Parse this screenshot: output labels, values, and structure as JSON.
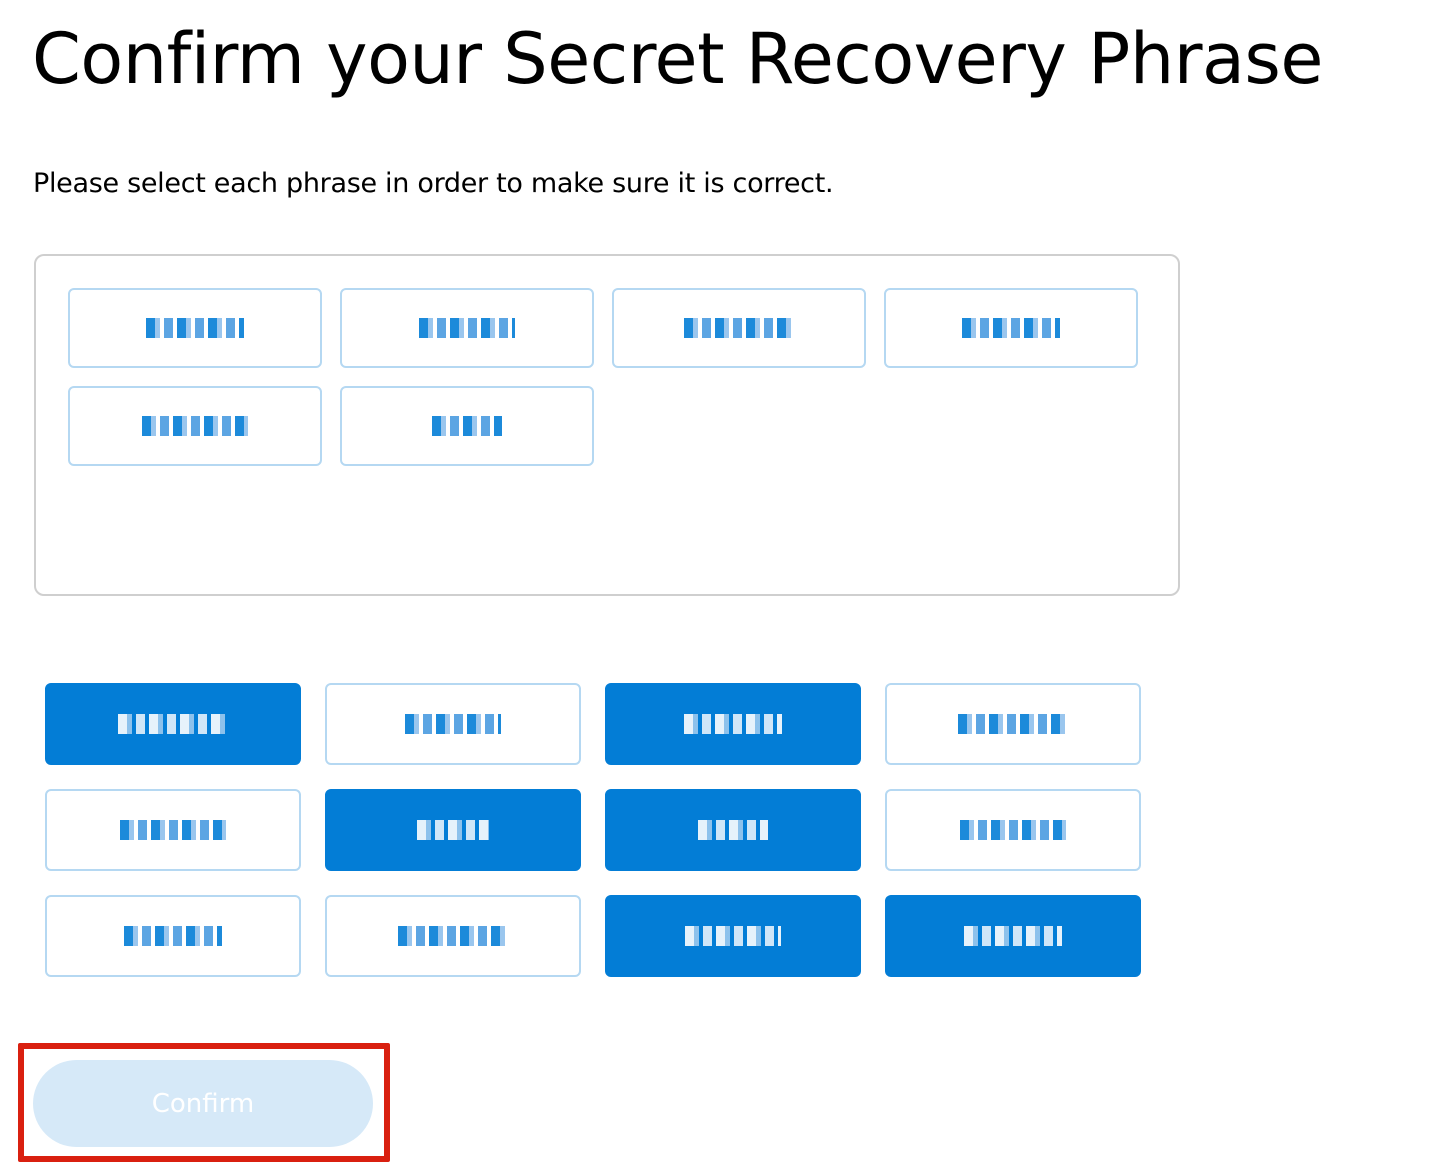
{
  "title": "Confirm your Secret Recovery Phrase",
  "subtitle": "Please select each phrase in order to make sure it is correct.",
  "accent_color": "#037DD6",
  "selected_words": [
    {
      "redacted": true
    },
    {
      "redacted": true
    },
    {
      "redacted": true
    },
    {
      "redacted": true
    },
    {
      "redacted": true
    },
    {
      "redacted": true
    }
  ],
  "word_options": [
    {
      "redacted": true,
      "selected": true
    },
    {
      "redacted": true,
      "selected": false
    },
    {
      "redacted": true,
      "selected": true
    },
    {
      "redacted": true,
      "selected": false
    },
    {
      "redacted": true,
      "selected": false
    },
    {
      "redacted": true,
      "selected": true
    },
    {
      "redacted": true,
      "selected": true
    },
    {
      "redacted": true,
      "selected": false
    },
    {
      "redacted": true,
      "selected": false
    },
    {
      "redacted": true,
      "selected": false
    },
    {
      "redacted": true,
      "selected": true
    },
    {
      "redacted": true,
      "selected": true
    }
  ],
  "confirm_button": {
    "label": "Confirm",
    "disabled": true,
    "highlighted": true
  }
}
